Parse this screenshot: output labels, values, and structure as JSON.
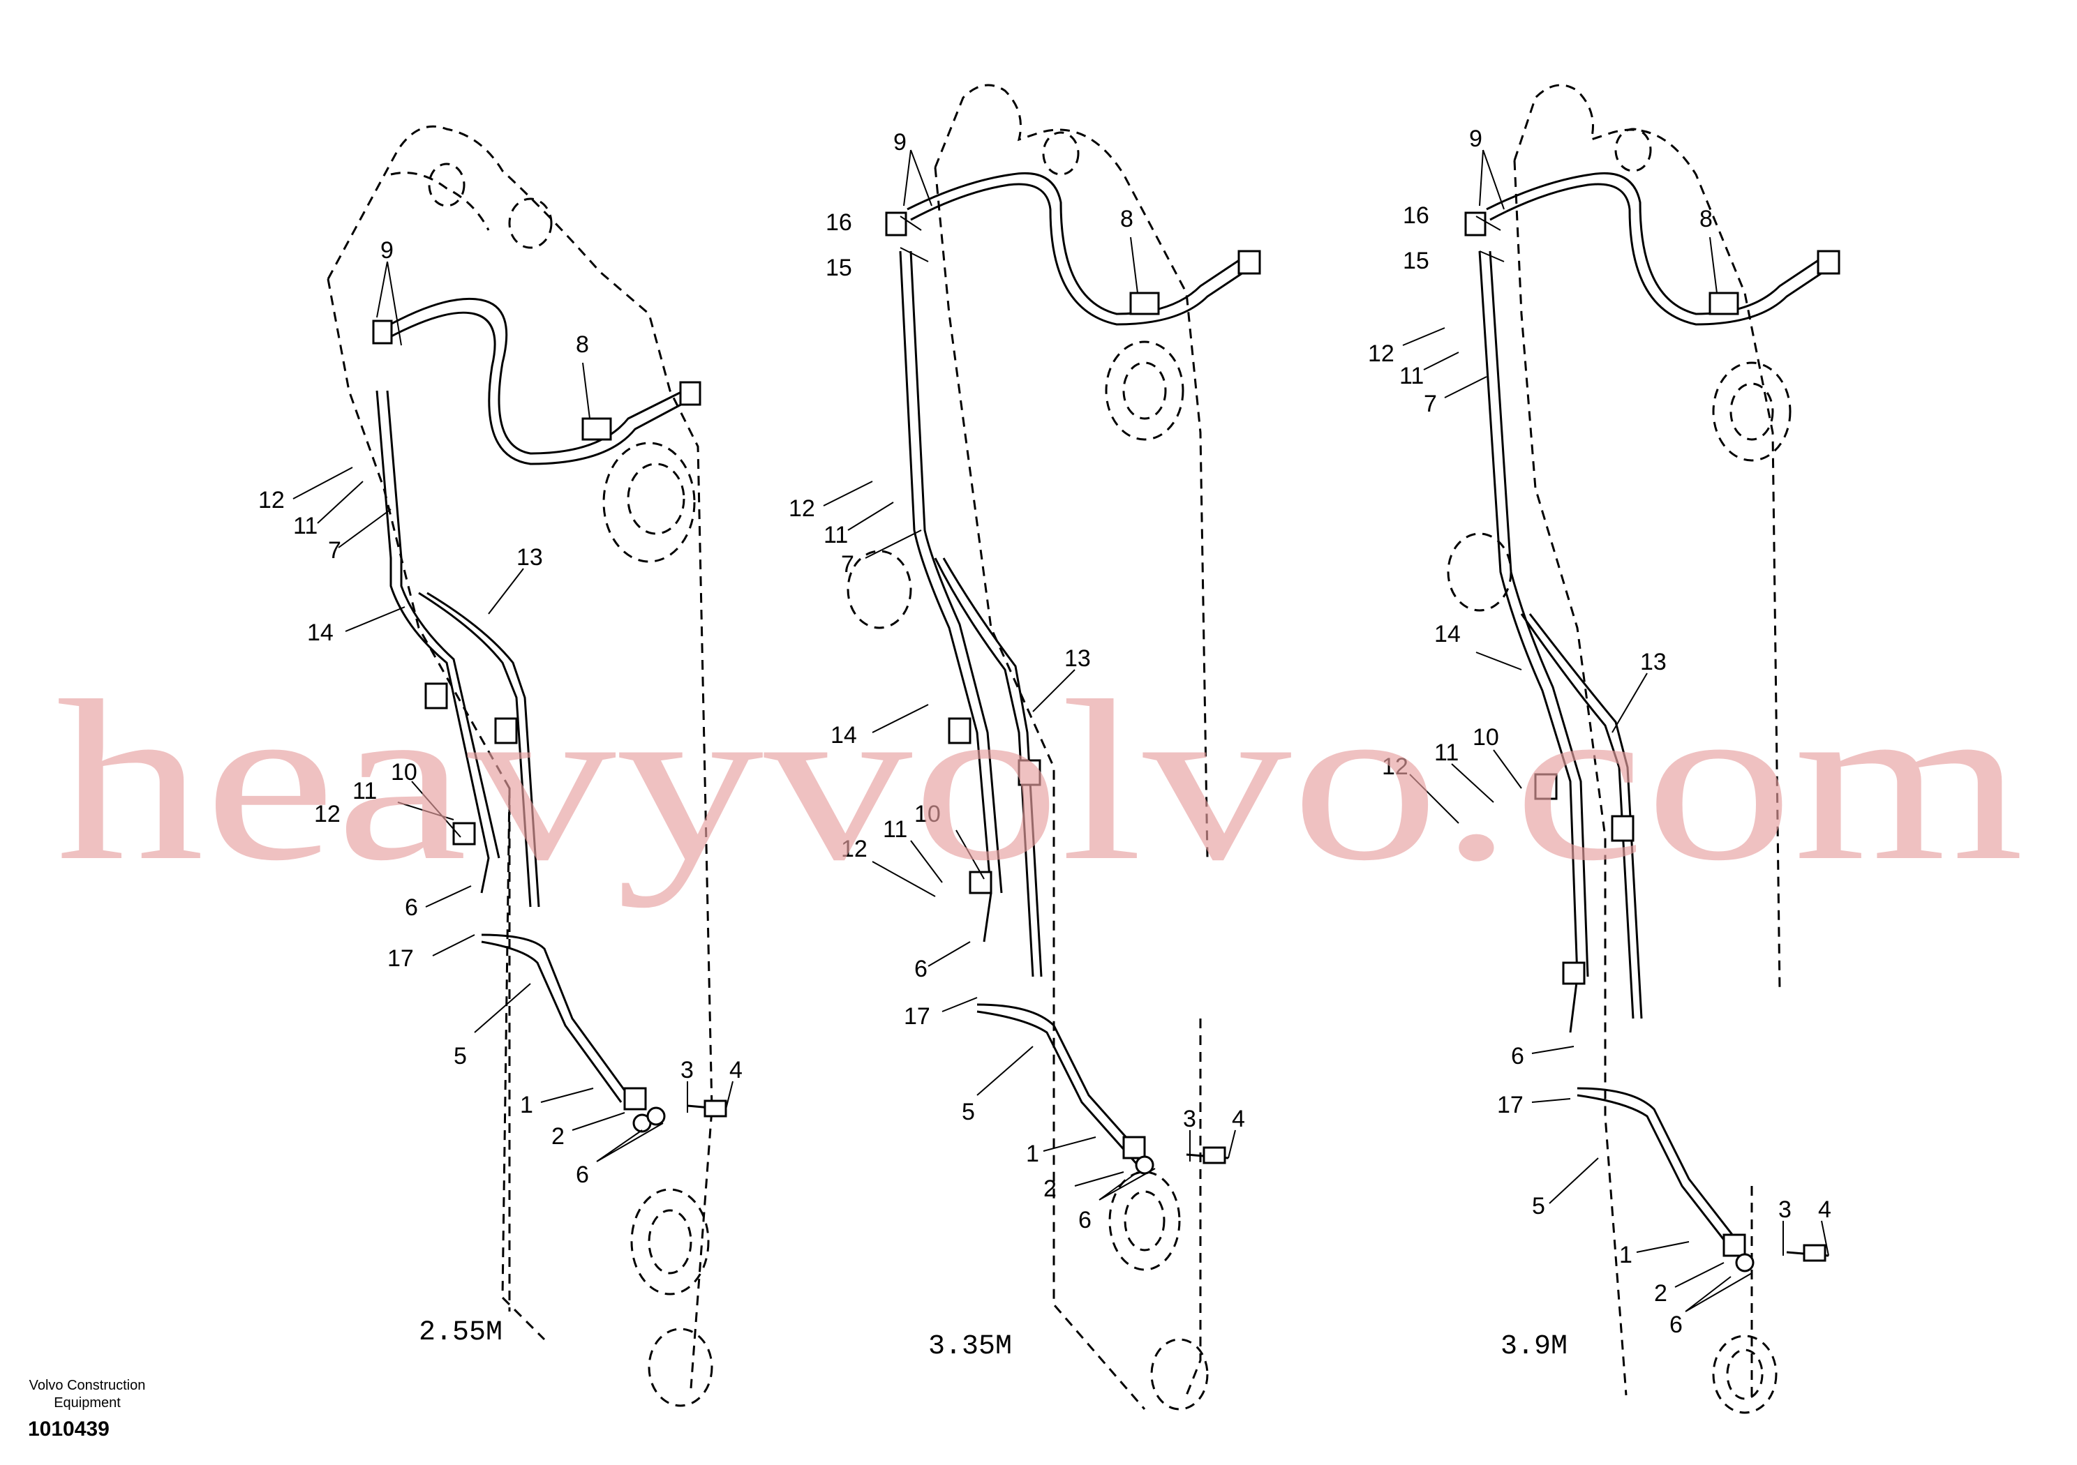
{
  "diagram": {
    "variants": [
      {
        "length_label": "2.55M",
        "callouts": [
          "9",
          "8",
          "12",
          "11",
          "7",
          "13",
          "14",
          "11",
          "10",
          "12",
          "6",
          "17",
          "5",
          "1",
          "2",
          "3",
          "4",
          "6"
        ]
      },
      {
        "length_label": "3.35M",
        "callouts": [
          "9",
          "16",
          "15",
          "8",
          "12",
          "11",
          "7",
          "13",
          "14",
          "12",
          "11",
          "10",
          "6",
          "17",
          "5",
          "1",
          "2",
          "3",
          "4",
          "6"
        ]
      },
      {
        "length_label": "3.9M",
        "callouts": [
          "9",
          "16",
          "15",
          "8",
          "12",
          "11",
          "7",
          "14",
          "13",
          "11",
          "10",
          "12",
          "6",
          "17",
          "5",
          "1",
          "3",
          "4",
          "2",
          "6"
        ]
      }
    ]
  },
  "watermark": "heavyvolvo.com",
  "footer": {
    "brand_line1": "Volvo Construction",
    "brand_line2": "Equipment",
    "code": "1010439"
  },
  "colors": {
    "watermark": "#e8a0a0",
    "ink": "#000000"
  }
}
